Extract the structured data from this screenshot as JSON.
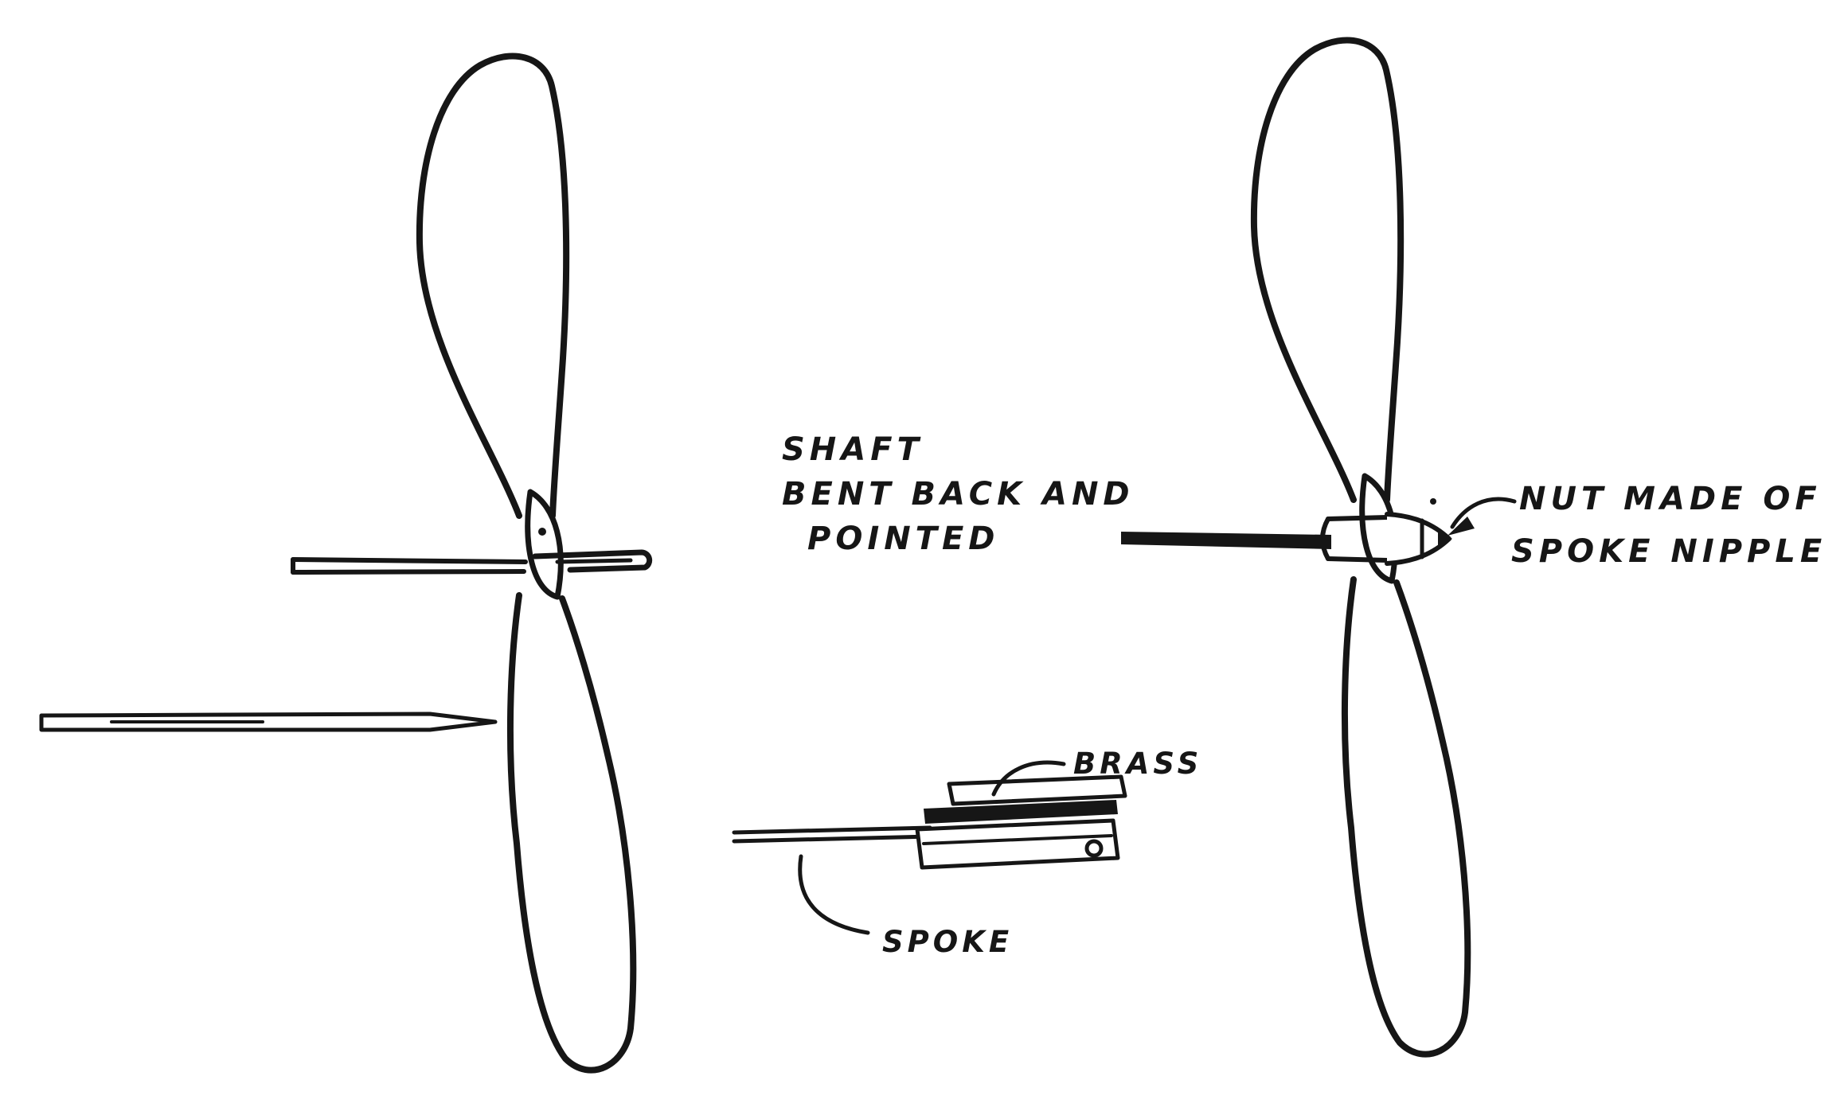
{
  "figure": {
    "background_color": "#ffffff",
    "ink_color": "#161616",
    "annotations": {
      "shaft_note": [
        "SHAFT",
        "BENT BACK AND",
        "POINTED"
      ],
      "brass": "BRASS",
      "spoke": "SPOKE",
      "nut_note": [
        "NUT MADE OF",
        "SPOKE NIPPLE"
      ]
    }
  }
}
